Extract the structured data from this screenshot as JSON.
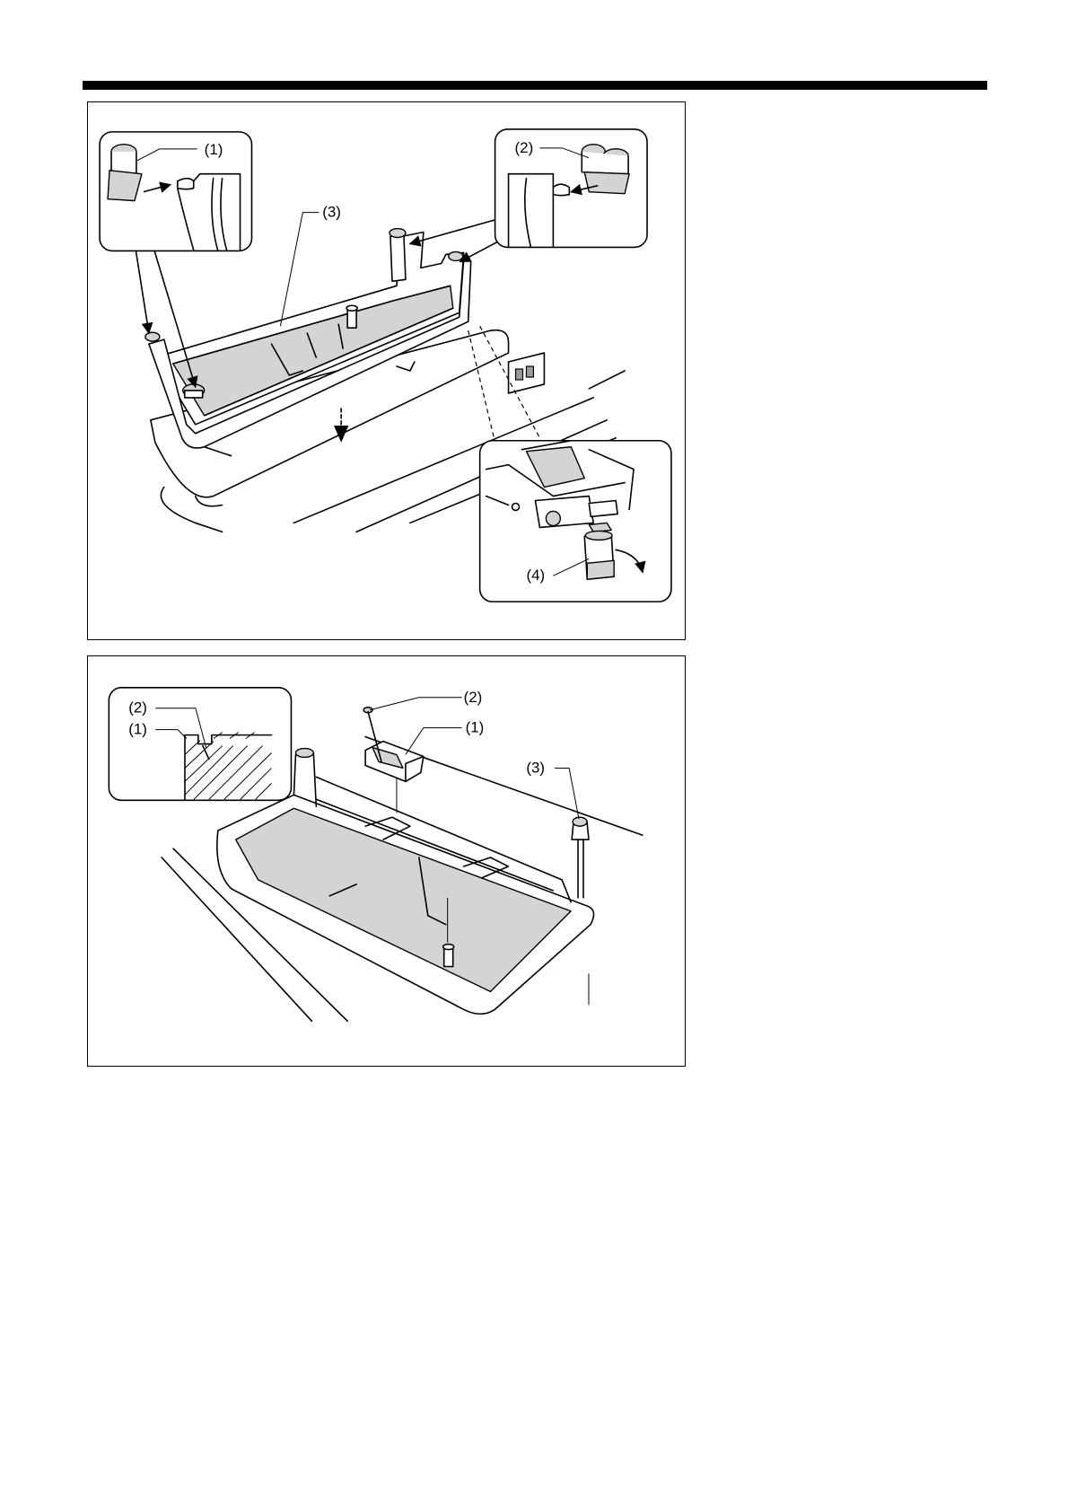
{
  "figure1": {
    "callouts": {
      "c1": "(1)",
      "c2": "(2)",
      "c3": "(3)",
      "c4": "(4)"
    }
  },
  "figure2": {
    "callouts": {
      "c1_detail": "(1)",
      "c2_detail": "(2)",
      "c2": "(2)",
      "c1": "(1)",
      "c3": "(3)"
    }
  }
}
